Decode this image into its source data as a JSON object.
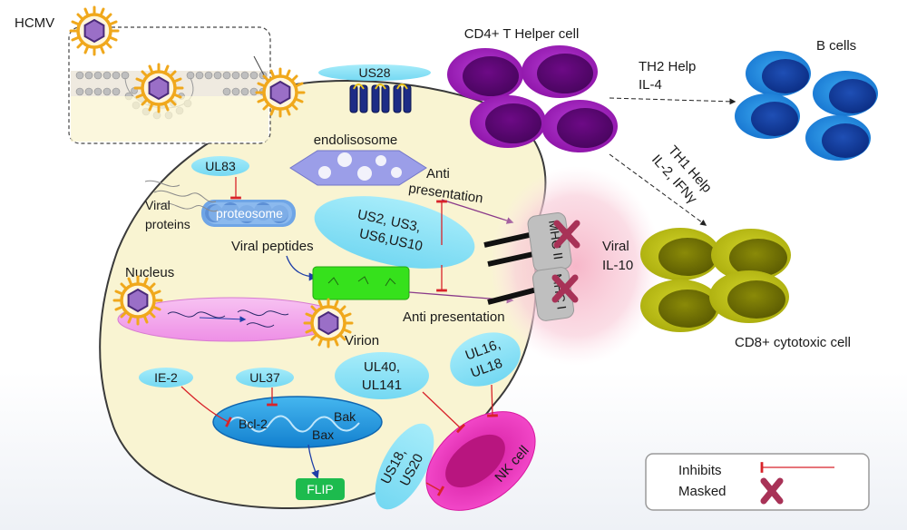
{
  "labels": {
    "hcmv": "HCMV",
    "cd4": "CD4+ T Helper cell",
    "b_cells": "B cells",
    "th2_line1": "TH2 Help",
    "th2_line2": "IL-4",
    "th1_line1": "TH1 Help",
    "th1_line2": "IL-2, IFNγ",
    "cd8": "CD8+ cytotoxic cell",
    "us28": "US28",
    "endolisosome": "endolisosome",
    "ul83": "UL83",
    "viral_proteins_1": "Viral",
    "viral_proteins_2": "proteins",
    "proteosome": "proteosome",
    "viral_peptides": "Viral peptides",
    "anti_pres_top_1": "Anti",
    "anti_pres_top_2": "presentation",
    "us_group_1": "US2, US3,",
    "us_group_2": "US6,US10",
    "mhc2": "MHC II",
    "mhc1": "MHC I",
    "viral_il10_1": "Viral",
    "viral_il10_2": "IL-10",
    "nucleus": "Nucleus",
    "virion": "Virion",
    "anti_pres_bottom": "Anti presentation",
    "ie2": "IE-2",
    "ul37": "UL37",
    "ul40_1": "UL40,",
    "ul40_2": "UL141",
    "ul16_1": "UL16,",
    "ul16_2": "UL18",
    "bcl2": "Bcl-2",
    "bax": "Bax",
    "bak": "Bak",
    "flip": "FLIP",
    "us18_1": "US18,",
    "us18_2": "US20",
    "nk_cell": "NK cell"
  },
  "legend": {
    "inhibits": "Inhibits",
    "masked": "Masked"
  },
  "colors": {
    "host_cell": "#f9f4d2",
    "helper_cell": "#9a1cb6",
    "b_cell": "#1a86e0",
    "cd8_cell": "#b5b818",
    "protein_box": "#8fe3f6",
    "nucleus": "#f4a8ee",
    "er_green": "#36e11c",
    "mitochondria": "#1a9ce0",
    "flip_box": "#1dbb4e",
    "nk_cell": "#f23fc6",
    "inhibit_line": "#d8232a",
    "masked_x": "#a83257",
    "virion_shell": "#f0a81c",
    "virion_core": "#9a6fc7"
  }
}
